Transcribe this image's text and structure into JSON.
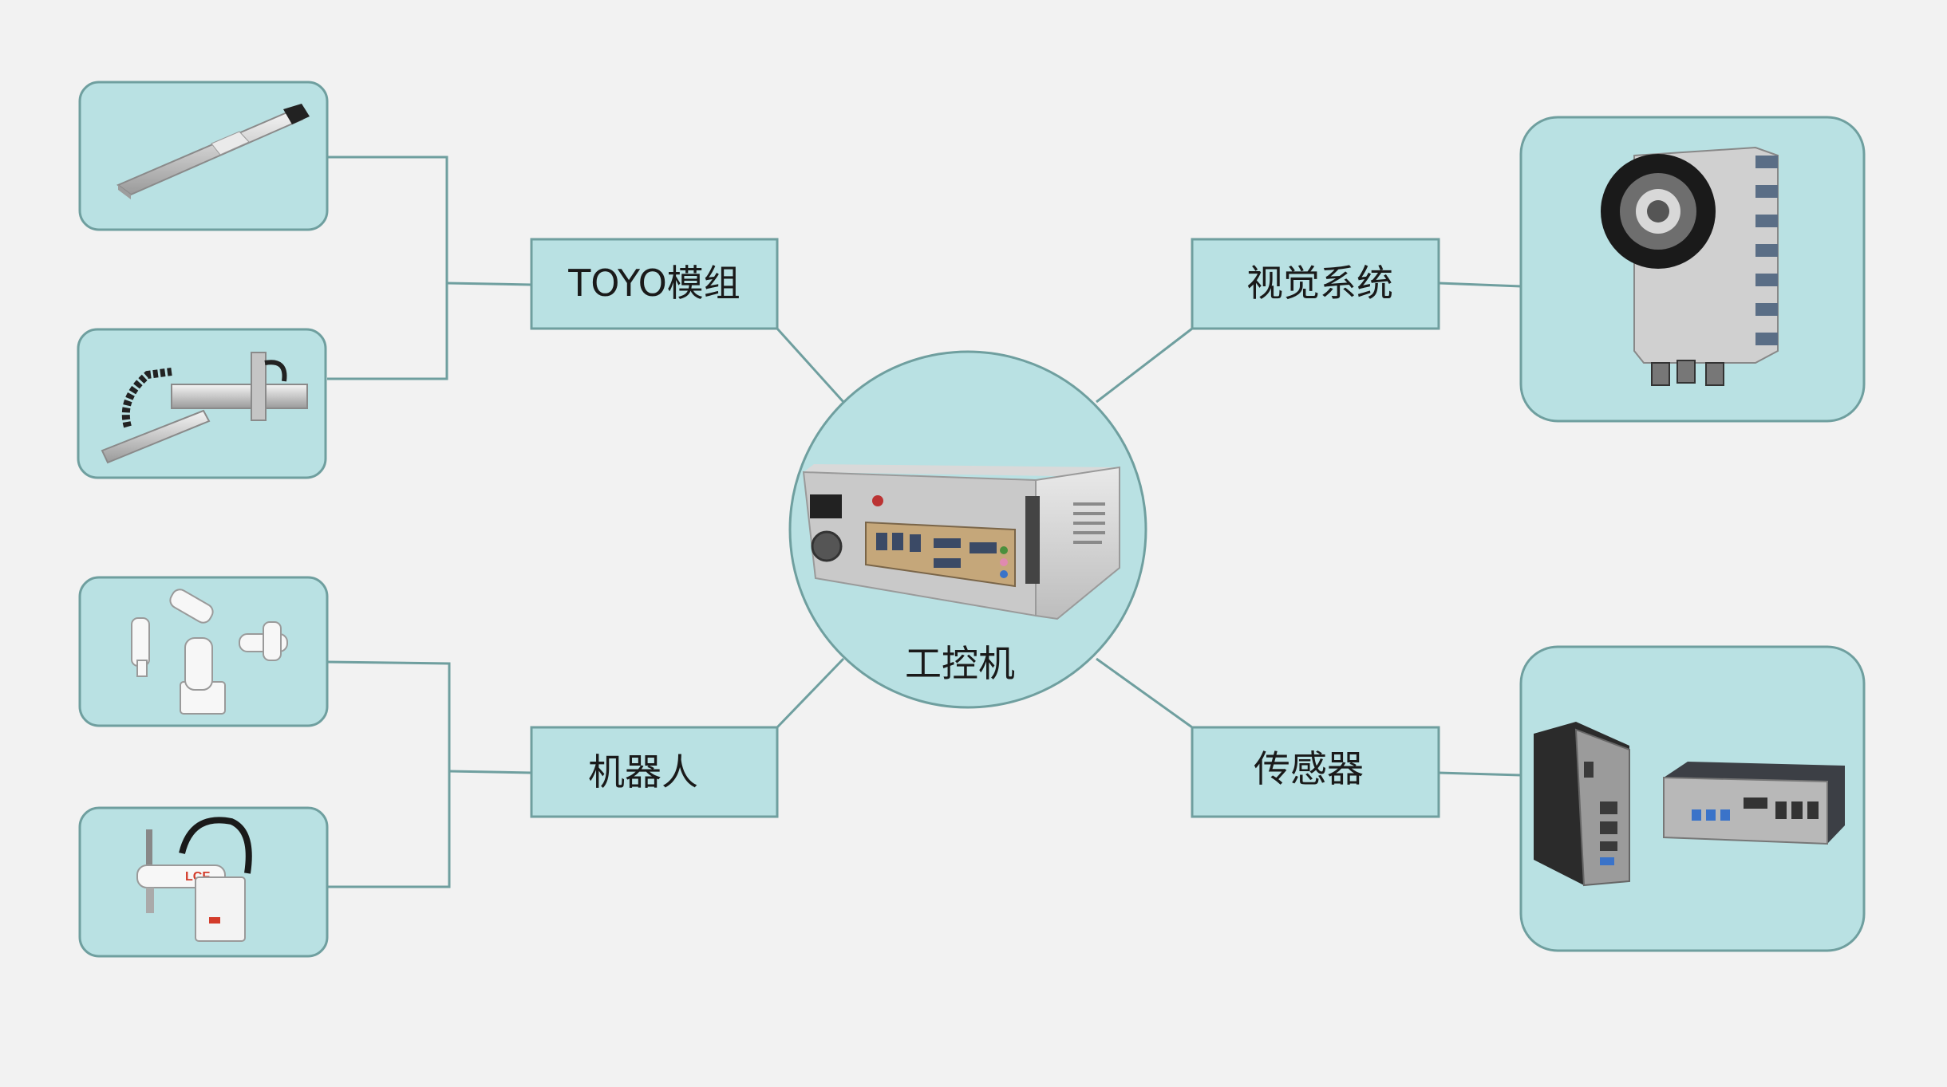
{
  "center": {
    "label": "工控机",
    "icon": "industrial-pc-icon"
  },
  "categories": {
    "toyo": {
      "label": "TOYO模组"
    },
    "vision": {
      "label": "视觉系统"
    },
    "robot": {
      "label": "机器人"
    },
    "sensor": {
      "label": "传感器"
    }
  },
  "images": [
    {
      "name": "linear-module-icon"
    },
    {
      "name": "gantry-module-icon"
    },
    {
      "name": "six-axis-robot-icon"
    },
    {
      "name": "scara-robot-icon"
    },
    {
      "name": "smart-camera-icon"
    },
    {
      "name": "embedded-box-pc-icon"
    }
  ],
  "colors": {
    "box_fill": "#b9e1e3",
    "box_stroke": "#6f9f9f",
    "line": "#6f9f9f",
    "background": "#f2f2f2"
  }
}
